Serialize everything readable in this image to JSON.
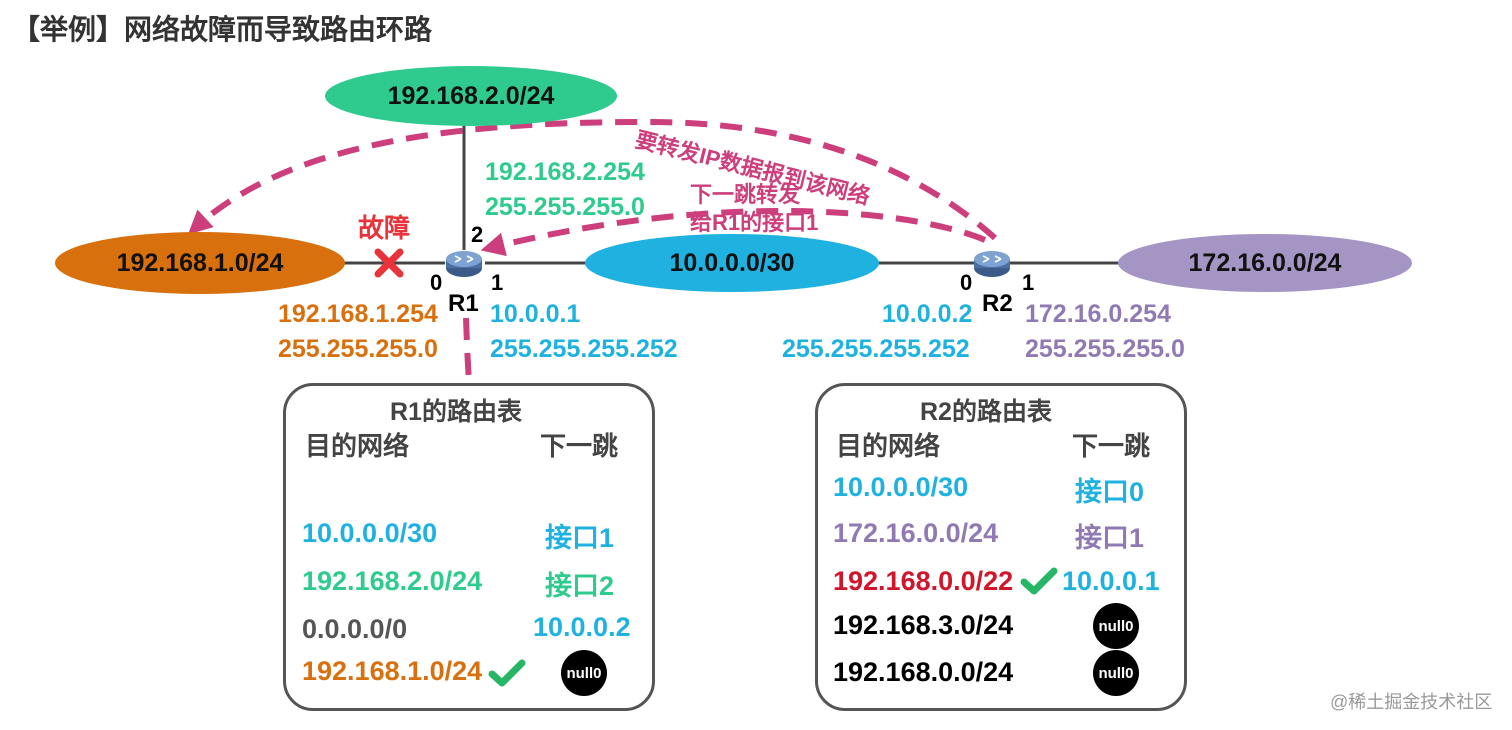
{
  "title": "【举例】网络故障而导致路由环路",
  "colors": {
    "orange": "#d9700e",
    "green": "#2fcb8e",
    "blue": "#1fb2e0",
    "purple": "#8f7ab3",
    "red": "#e8333a",
    "arrow": "#cc3f7c",
    "check": "#27b566"
  },
  "networks": {
    "net_left": "192.168.1.0/24",
    "net_top": "192.168.2.0/24",
    "net_mid": "10.0.0.0/30",
    "net_right": "172.16.0.0/24"
  },
  "routers": {
    "r1": {
      "name": "R1",
      "port0": "0",
      "port1": "1",
      "port2": "2"
    },
    "r2": {
      "name": "R2",
      "port0": "0",
      "port1": "1"
    }
  },
  "addresses": {
    "r1_if0_ip": "192.168.1.254",
    "r1_if0_mask": "255.255.255.0",
    "r1_if1_ip": "10.0.0.1",
    "r1_if1_mask": "255.255.255.252",
    "r1_if2_ip": "192.168.2.254",
    "r1_if2_mask": "255.255.255.0",
    "r2_if0_ip": "10.0.0.2",
    "r2_if0_mask": "255.255.255.252",
    "r2_if1_ip": "172.16.0.254",
    "r2_if1_mask": "255.255.255.0"
  },
  "annotations": {
    "fault": "故障",
    "forward_to_net": "要转发IP数据报到该网络",
    "next_hop_line1": "下一跳转发",
    "next_hop_line2": "给R1的接口1"
  },
  "r1_table": {
    "title": "R1的路由表",
    "col_dest": "目的网络",
    "col_next": "下一跳",
    "rows": [
      {
        "dest": "10.0.0.0/30",
        "next": "接口1"
      },
      {
        "dest": "192.168.2.0/24",
        "next": "接口2"
      },
      {
        "dest": "0.0.0.0/0",
        "next": "10.0.0.2"
      },
      {
        "dest": "192.168.1.0/24",
        "next": "null0"
      }
    ]
  },
  "r2_table": {
    "title": "R2的路由表",
    "col_dest": "目的网络",
    "col_next": "下一跳",
    "rows": [
      {
        "dest": "10.0.0.0/30",
        "next": "接口0"
      },
      {
        "dest": "172.16.0.0/24",
        "next": "接口1"
      },
      {
        "dest": "192.168.0.0/22",
        "next": "10.0.0.1"
      },
      {
        "dest": "192.168.3.0/24",
        "next": "null0"
      },
      {
        "dest": "192.168.0.0/24",
        "next": "null0"
      }
    ]
  },
  "watermark": "@稀土掘金技术社区"
}
